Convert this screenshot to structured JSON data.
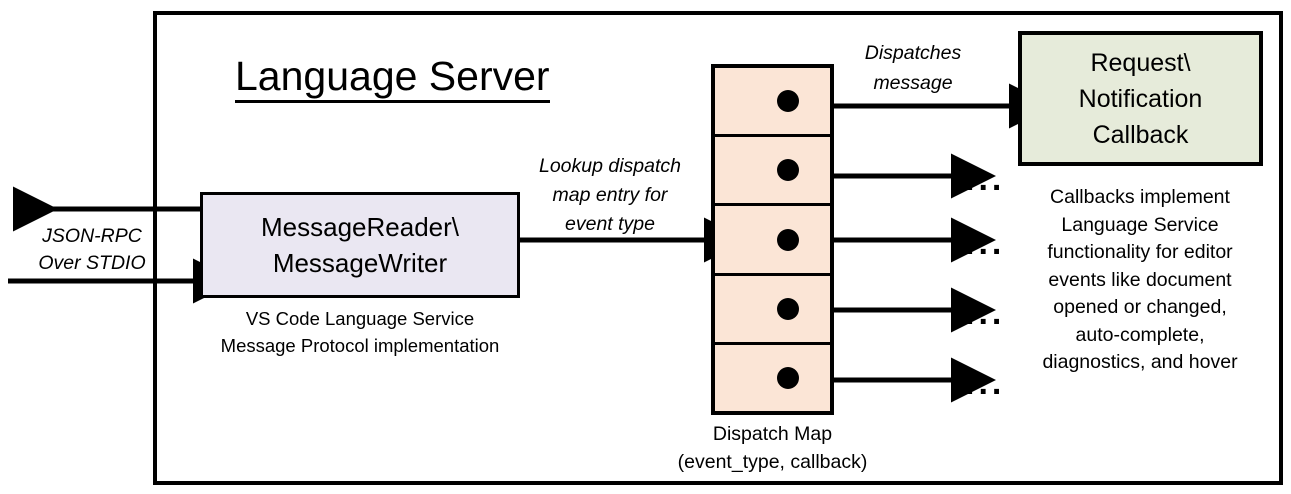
{
  "diagram": {
    "title": "Language Server",
    "frame_label": "Language Server"
  },
  "message_io": {
    "box_line1": "MessageReader\\",
    "box_line2": "MessageWriter",
    "caption_line1": "VS Code Language Service",
    "caption_line2": "Message Protocol implementation",
    "fill_color": "#EAE7F2"
  },
  "external_channel": {
    "label_line1": "JSON-RPC",
    "label_line2": "Over STDIO",
    "outbound_arrow": "arrow-left",
    "inbound_arrow": "arrow-right"
  },
  "lookup": {
    "label_line1": "Lookup dispatch",
    "label_line2": "map entry for",
    "label_line3": "event type"
  },
  "dispatch_map": {
    "caption_line1": "Dispatch Map",
    "caption_line2": "(event_type, callback)",
    "fill_color": "#FBE5D6",
    "cell_count": 5,
    "entries": [
      {
        "dot": "callback-dot",
        "target": "Request\\Notification Callback"
      },
      {
        "dot": "callback-dot",
        "target": "..."
      },
      {
        "dot": "callback-dot",
        "target": "..."
      },
      {
        "dot": "callback-dot",
        "target": "..."
      },
      {
        "dot": "callback-dot",
        "target": "..."
      }
    ],
    "ellipsis": "..."
  },
  "dispatch_edge": {
    "label_line1": "Dispatches",
    "label_line2": "message"
  },
  "callback": {
    "box_line1": "Request\\",
    "box_line2": "Notification",
    "box_line3": "Callback",
    "fill_color": "#E6EBDA",
    "caption_line1": "Callbacks implement",
    "caption_line2": "Language Service",
    "caption_line3": "functionality for editor",
    "caption_line4": "events like document",
    "caption_line5": "opened or changed,",
    "caption_line6": "auto-complete,",
    "caption_line7": "diagnostics, and hover"
  }
}
